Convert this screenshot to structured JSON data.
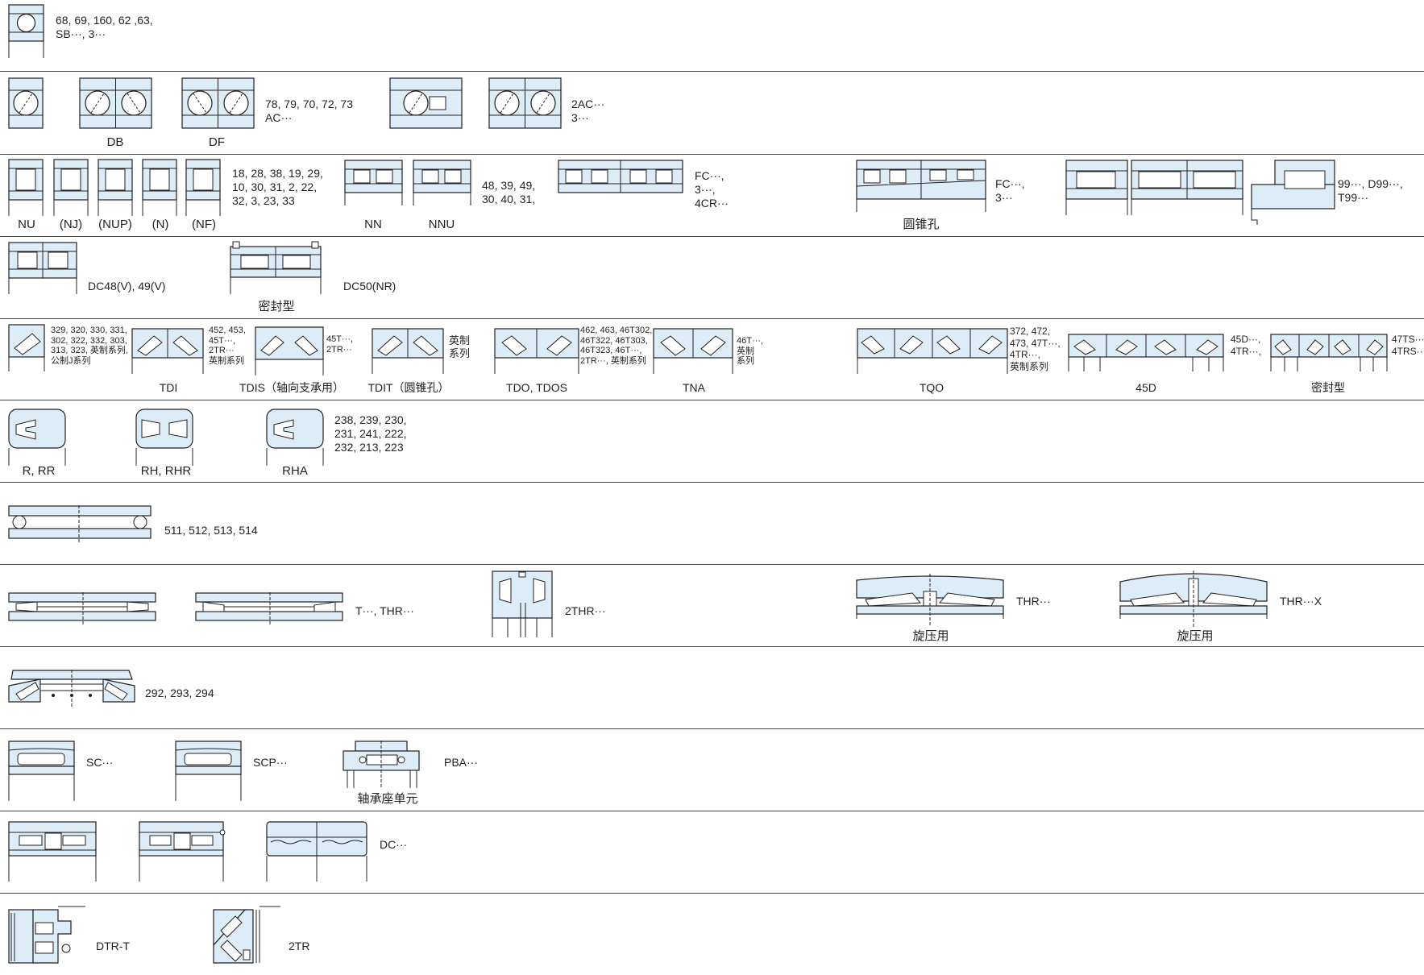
{
  "colors": {
    "fill": "#dcedf7",
    "line": "#231f20",
    "separator": "#444444"
  },
  "rows": [
    {
      "id": "deep-groove-ball",
      "codes": "68, 69, 160, 62 ,63,\nSB···, 3···"
    },
    {
      "id": "angular-contact-ball",
      "codes": "78, 79, 70, 72, 73\nAC···",
      "codes2": "2AC···\n3···",
      "cap_db": "DB",
      "cap_df": "DF"
    },
    {
      "id": "cylindrical-roller",
      "codes": "18, 28, 38, 19, 29,\n10, 30, 31, 2, 22,\n32, 3, 23, 33",
      "codes_nn": "48, 39, 49,\n30, 40, 31,",
      "codes_fc1": "FC···,\n3···,\n4CR···",
      "codes_fc2": "FC···,\n3···",
      "codes_99": "99···, D99···,\nT99···",
      "caps": [
        "NU",
        "(NJ)",
        "(NUP)",
        "(N)",
        "(NF)",
        "NN",
        "NNU",
        "圆锥孔"
      ]
    },
    {
      "id": "full-complement-roller",
      "codes_dc48": "DC48(V), 49(V)",
      "codes_dc50": "DC50(NR)",
      "cap_sealed": "密封型"
    },
    {
      "id": "tapered-roller",
      "codes": [
        "329, 320, 330, 331,\n302, 322, 332, 303,\n313, 323, 英制系列,\n公制J系列",
        "452, 453,\n45T···,\n2TR···\n英制系列",
        "45T···,\n2TR···",
        "英制\n系列",
        "462, 463, 46T302,\n46T322, 46T303,\n46T323, 46T···,\n2TR···, 英制系列",
        "46T···,\n英制\n系列",
        "372, 472,\n473, 47T···,\n4TR···,\n英制系列",
        "45D···,\n4TR···,",
        "47TS···\n4TRS···"
      ],
      "caps": [
        "TDI",
        "TDIS（轴向支承用）",
        "TDIT（圆锥孔）",
        "TDO, TDOS",
        "TNA",
        "TQO",
        "45D",
        "密封型"
      ]
    },
    {
      "id": "spherical-roller",
      "codes": "238, 239, 230,\n231, 241, 222,\n232, 213, 223",
      "caps": [
        "R, RR",
        "RH, RHR",
        "RHA"
      ]
    },
    {
      "id": "thrust-ball",
      "codes": "511, 512, 513, 514"
    },
    {
      "id": "thrust-roller",
      "codes_t": "T···, THR···",
      "codes_2thr": "2THR···",
      "codes_thr": "THR···",
      "codes_thrx": "THR···X",
      "cap_spin1": "旋压用",
      "cap_spin2": "旋压用"
    },
    {
      "id": "spherical-thrust",
      "codes": "292, 293, 294"
    },
    {
      "id": "roll-neck",
      "codes_sc": "SC···",
      "codes_scp": "SCP···",
      "codes_pba": "PBA···",
      "cap_unit": "轴承座单元"
    },
    {
      "id": "double-row",
      "codes_dc": "DC···"
    },
    {
      "id": "special",
      "codes_dtr": "DTR-T",
      "codes_2tr": "2TR"
    }
  ]
}
